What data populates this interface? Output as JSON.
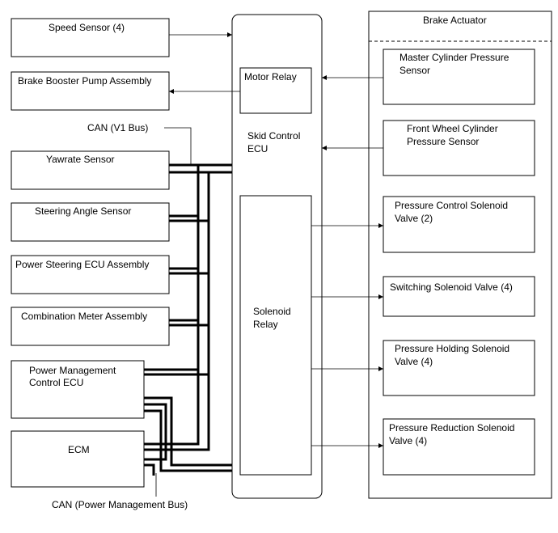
{
  "ecu": {
    "title_line1": "Skid Control",
    "title_line2": "ECU",
    "motor_relay": "Motor Relay",
    "solenoid_relay_line1": "Solenoid",
    "solenoid_relay_line2": "Relay"
  },
  "left_components": {
    "speed_sensor": "Speed Sensor (4)",
    "brake_booster_pump": "Brake Booster Pump Assembly",
    "yawrate_sensor": "Yawrate Sensor",
    "steering_angle_sensor": "Steering Angle Sensor",
    "power_steering_ecu": "Power Steering ECU Assembly",
    "combination_meter": "Combination Meter Assembly",
    "power_management_ecu_line1": "Power Management",
    "power_management_ecu_line2": "Control ECU",
    "ecm": "ECM"
  },
  "bus_labels": {
    "can_v1": "CAN (V1 Bus)",
    "can_power_management": "CAN (Power Management Bus)"
  },
  "brake_actuator": {
    "title": "Brake Actuator",
    "master_cyl_line1": "Master Cylinder Pressure",
    "master_cyl_line2": "Sensor",
    "front_wheel_line1": "Front Wheel Cylinder",
    "front_wheel_line2": "Pressure Sensor",
    "pressure_control_line1": "Pressure Control Solenoid",
    "pressure_control_line2": "Valve (2)",
    "switching_solenoid": "Switching Solenoid Valve (4)",
    "pressure_holding_line1": "Pressure Holding Solenoid",
    "pressure_holding_line2": "Valve (4)",
    "pressure_reduction_line1": "Pressure Reduction Solenoid",
    "pressure_reduction_line2": "Valve (4)"
  }
}
